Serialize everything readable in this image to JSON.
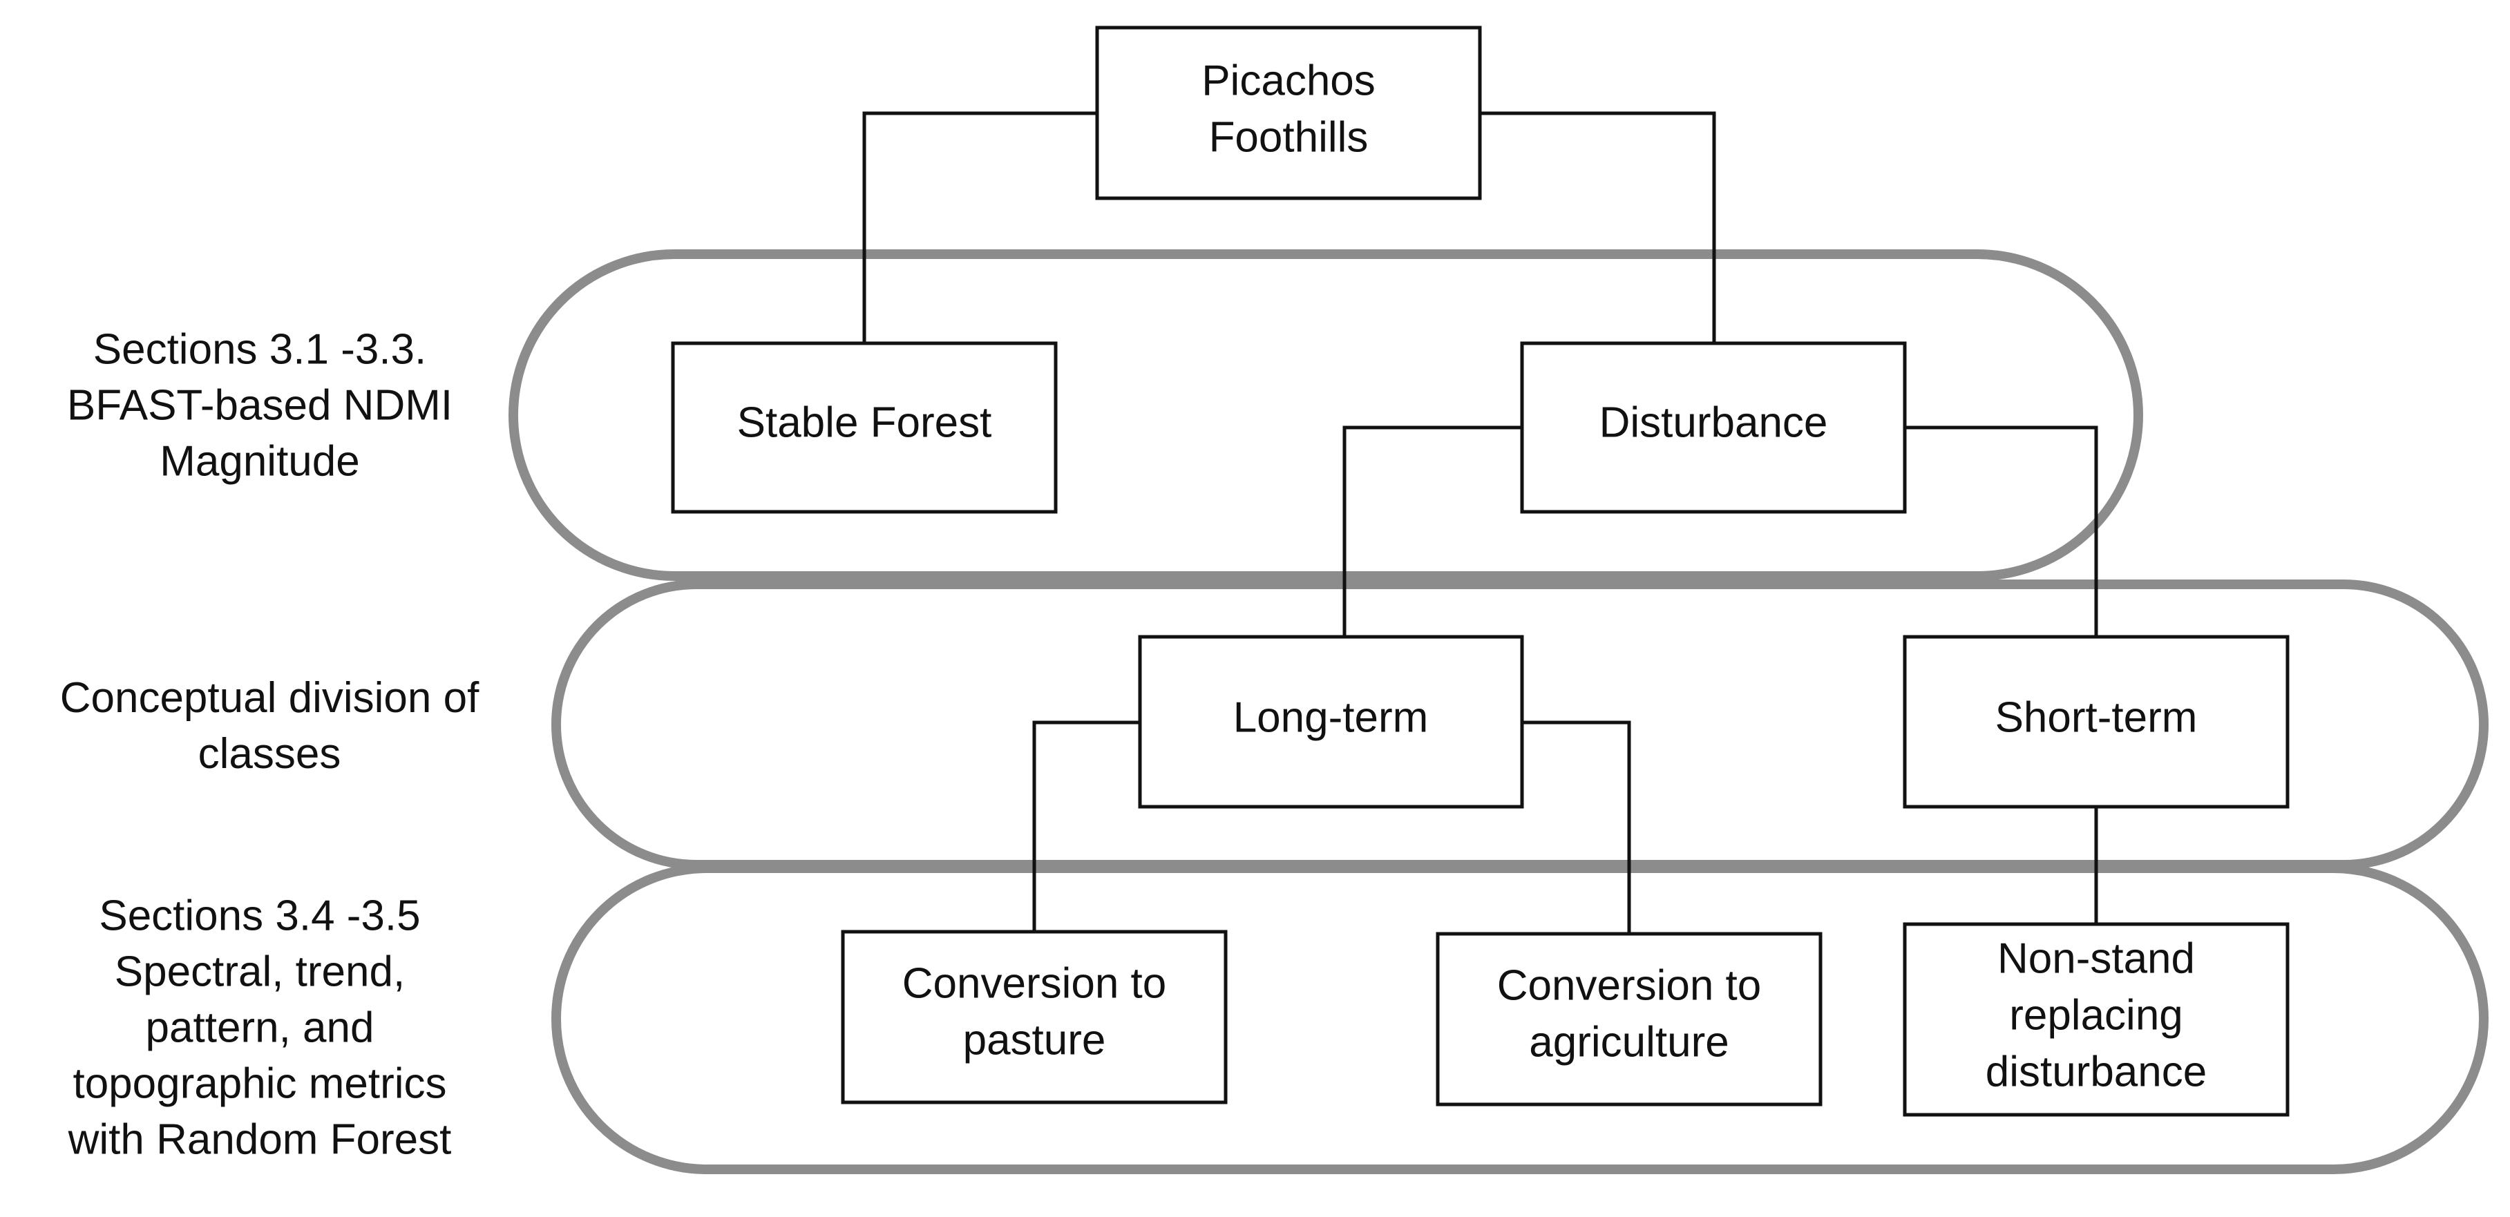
{
  "nodes": {
    "root": [
      "Picachos",
      "Foothills"
    ],
    "stable": [
      "Stable Forest"
    ],
    "disturbance": [
      "Disturbance"
    ],
    "long_term": [
      "Long-term"
    ],
    "short_term": [
      "Short-term"
    ],
    "pasture": [
      "Conversion to",
      "pasture"
    ],
    "agriculture": [
      "Conversion to",
      "agriculture"
    ],
    "non_stand": [
      "Non-stand",
      "replacing",
      "disturbance"
    ]
  },
  "tiers": {
    "tier1": [
      "Sections 3.1 -3.3.",
      "BFAST-based NDMI",
      "Magnitude"
    ],
    "tier2": [
      "Conceptual division of",
      "classes"
    ],
    "tier3": [
      "Sections 3.4 -3.5",
      "Spectral, trend,",
      "pattern, and",
      "topographic metrics",
      "with Random Forest"
    ]
  },
  "colors": {
    "box_stroke": "#111111",
    "connector": "#111111",
    "tier_ellipse": "#8c8c8c",
    "text": "#111111"
  }
}
